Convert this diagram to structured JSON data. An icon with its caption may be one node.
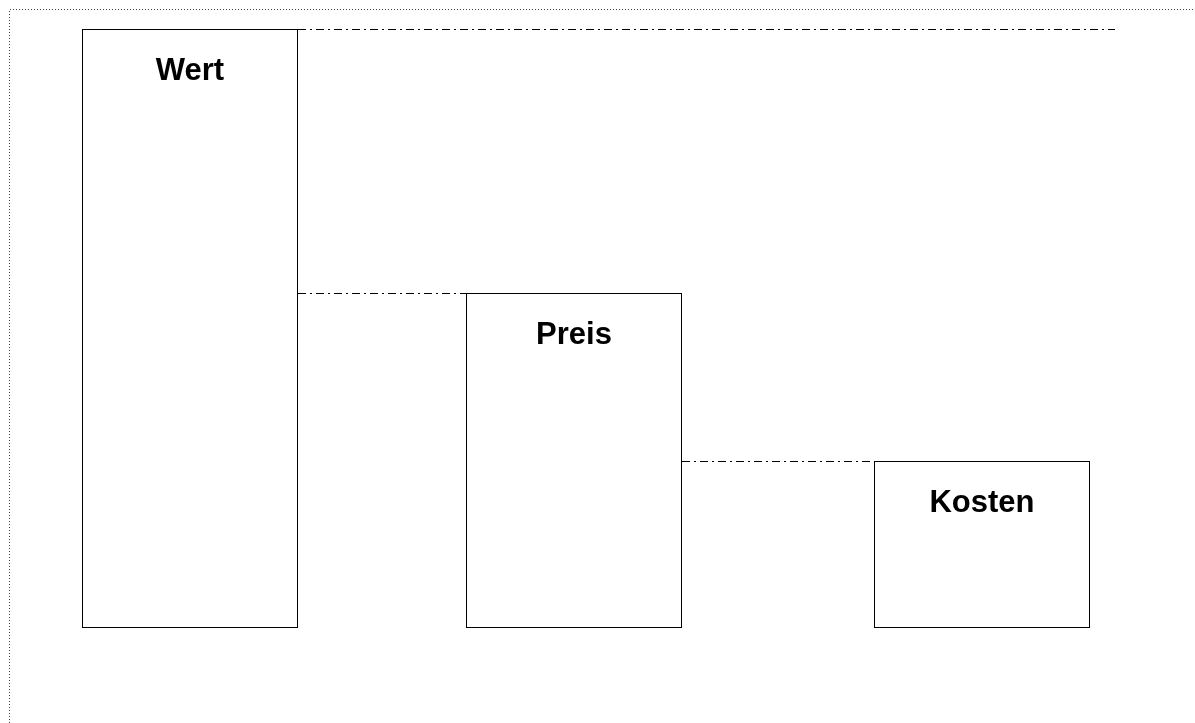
{
  "diagram": {
    "nodes": [
      {
        "text": [
          "Wert"
        ]
      },
      {
        "text": [
          "Preis"
        ]
      },
      {
        "text": [
          "Kosten"
        ]
      }
    ],
    "edges": [
      {
        "from": 0,
        "to": null,
        "arrow": "none",
        "style": "dashed"
      },
      {
        "from": 0,
        "to": 1,
        "arrow": "none",
        "style": "dashed"
      },
      {
        "from": 1,
        "to": 2,
        "arrow": "none",
        "style": "dashed"
      }
    ]
  }
}
